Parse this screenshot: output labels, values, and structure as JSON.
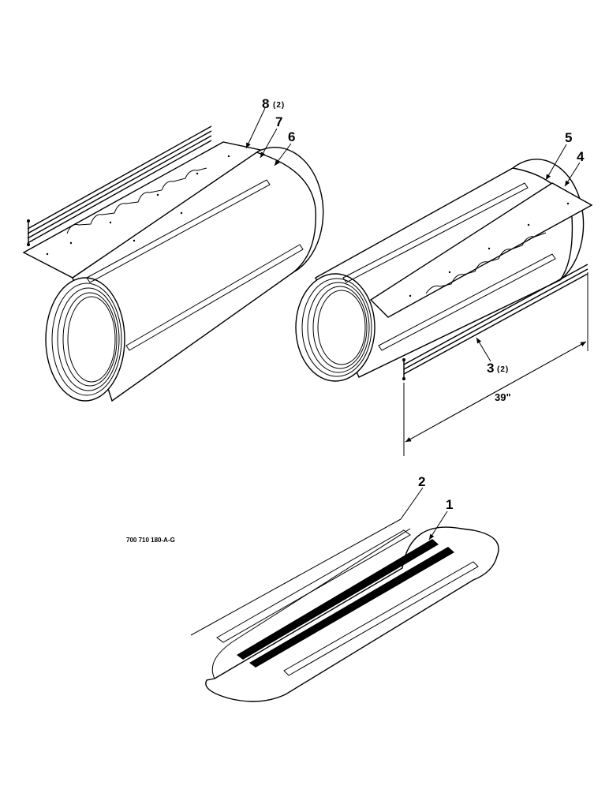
{
  "callouts": {
    "c1": "1",
    "c2": "2",
    "c3": "3",
    "c3_qty": "(2)",
    "c4": "4",
    "c5": "5",
    "c6": "6",
    "c7": "7",
    "c8": "8",
    "c8_qty": "(2)"
  },
  "dimension": "39\"",
  "drawing_code": "700 710 180-A-G"
}
